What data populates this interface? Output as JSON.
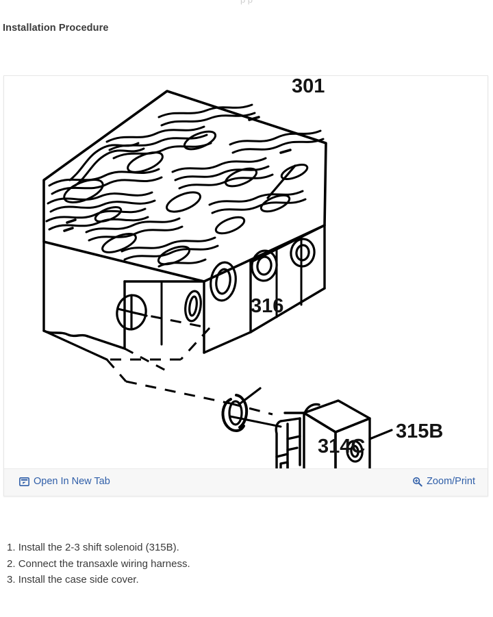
{
  "document": {
    "clipped_top_text": "p  p",
    "heading": "Installation Procedure"
  },
  "figure": {
    "toolbar": {
      "open_new_tab_label": "Open In New Tab",
      "open_new_tab_icon": "open-in-new-tab-icon",
      "zoom_print_label": "Zoom/Print",
      "zoom_print_icon": "magnifier-plus-icon",
      "link_color": "#2f5ea8",
      "bar_color": "#f7f7f7"
    },
    "diagram": {
      "title": "2-3 shift solenoid installation exploded view",
      "line_color": "#000000",
      "background": "#ffffff",
      "callouts": [
        {
          "id": "301",
          "label": "301",
          "refers_to": "valve body assembly"
        },
        {
          "id": "316",
          "label": "316",
          "refers_to": "o-ring seal"
        },
        {
          "id": "315B",
          "label": "315B",
          "refers_to": "2-3 shift solenoid"
        },
        {
          "id": "314C",
          "label": "314C",
          "refers_to": "electrical connector terminal"
        }
      ]
    }
  },
  "steps": {
    "items": [
      {
        "num": "1.",
        "text": "Install the 2-3 shift solenoid (315B)."
      },
      {
        "num": "2.",
        "text": "Connect the transaxle wiring harness."
      },
      {
        "num": "3.",
        "text": "Install the case side cover."
      }
    ]
  }
}
